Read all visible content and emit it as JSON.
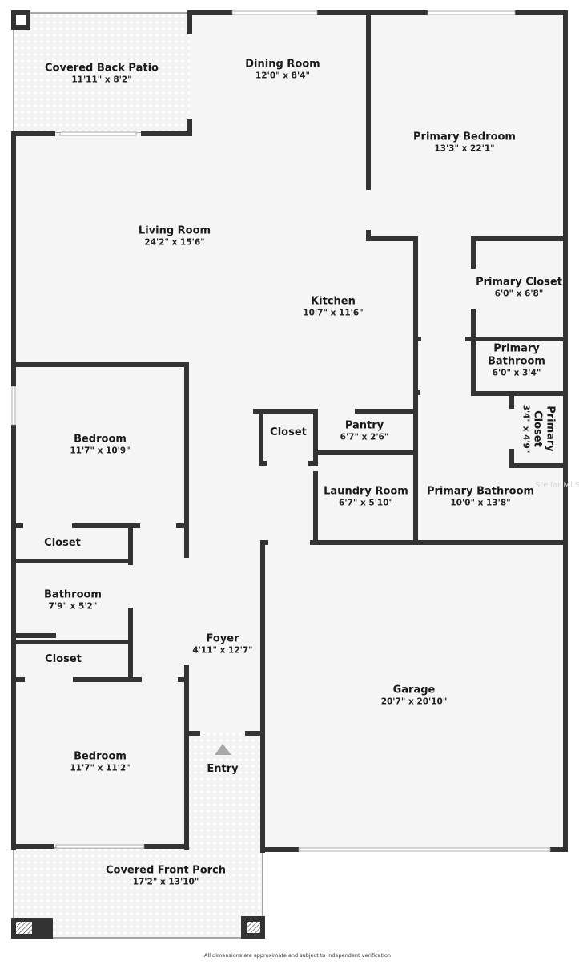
{
  "plan": {
    "colors": {
      "wall": "#333333",
      "floor": "#f5f5f5",
      "outdoor_floor": "#f7f7f7",
      "window": "#ffffff",
      "entry_arrow": "#a8a8a8"
    },
    "rooms": [
      {
        "name": "Covered Back Patio",
        "dims": "11'11\" x 8'2\""
      },
      {
        "name": "Dining Room",
        "dims": "12'0\" x 8'4\""
      },
      {
        "name": "Primary Bedroom",
        "dims": "13'3\" x 22'1\""
      },
      {
        "name": "Living Room",
        "dims": "24'2\" x 15'6\""
      },
      {
        "name": "Primary Closet",
        "dims": "6'0\" x 6'8\""
      },
      {
        "name": "Kitchen",
        "dims": "10'7\" x 11'6\""
      },
      {
        "name": "Primary Bathroom",
        "dims": "6'0\" x 3'4\""
      },
      {
        "name": "Primary Closet",
        "dims": "3'4\" x 4'9\""
      },
      {
        "name": "Closet",
        "dims": ""
      },
      {
        "name": "Pantry",
        "dims": "6'7\" x 2'6\""
      },
      {
        "name": "Bedroom",
        "dims": "11'7\" x 10'9\""
      },
      {
        "name": "Laundry Room",
        "dims": "6'7\" x 5'10\""
      },
      {
        "name": "Primary Bathroom",
        "dims": "10'0\" x 13'8\""
      },
      {
        "name": "Closet",
        "dims": ""
      },
      {
        "name": "Bathroom",
        "dims": "7'9\" x 5'2\""
      },
      {
        "name": "Foyer",
        "dims": "4'11\" x 12'7\""
      },
      {
        "name": "Closet",
        "dims": ""
      },
      {
        "name": "Garage",
        "dims": "20'7\" x 20'10\""
      },
      {
        "name": "Bedroom",
        "dims": "11'7\" x 11'2\""
      },
      {
        "name": "Entry",
        "dims": ""
      },
      {
        "name": "Covered Front Porch",
        "dims": "17'2\" x 13'10\""
      }
    ],
    "watermark": "Stellar MLS",
    "footer_note": "All dimensions are approximate and subject to independent verification"
  }
}
